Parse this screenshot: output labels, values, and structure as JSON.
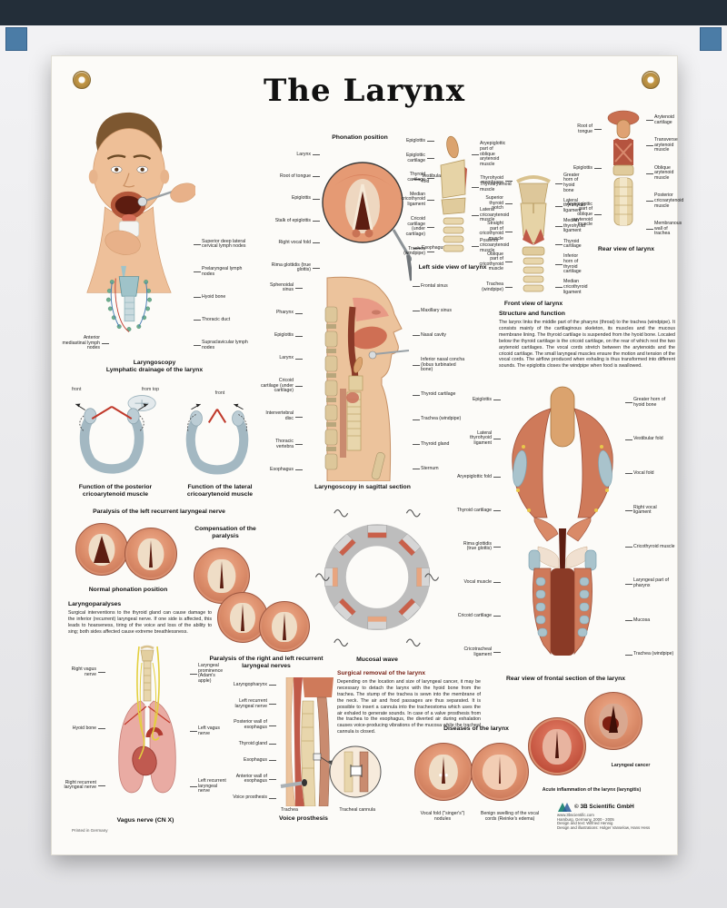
{
  "chrome": {
    "topbar_color": "#232e39",
    "corner_square_color": "#4b7ca6"
  },
  "poster": {
    "title": "The Larynx",
    "printed_note": "Printed in Germany",
    "publisher": {
      "copyright": "© 3B Scientific GmbH",
      "lines": [
        "www.3bscientific.com",
        "Hamburg, Germany, 2000 - 2005",
        "Design and text: Wilfried Hennig",
        "Design and illustrations: Holger Vanselow, Hans Hess"
      ]
    }
  },
  "panels": {
    "laryngoscopy": {
      "title_line1": "Laryngoscopy",
      "title_line2": "Lymphatic drainage of the larynx",
      "right_labels": [
        "Superior deep lateral cervical lymph nodes",
        "Prelaryngeal lymph nodes",
        "Hyoid bone",
        "Thoracic duct",
        "Supraclavicular lymph nodes"
      ],
      "left_label": "Anterior mediastinal lymph nodes"
    },
    "phonation": {
      "heading": "Phonation position",
      "left_labels": [
        "Larynx",
        "Root of tongue",
        "Epiglottis",
        "Stalk of epiglottis",
        "Right vocal fold",
        "Rima glottidis (true glottis)"
      ],
      "right_labels": [
        "Vestibular fold",
        "Esophagus"
      ]
    },
    "left_side_view": {
      "heading": "Left side view of larynx",
      "left_labels": [
        "Epiglottis",
        "Epiglottic cartilage",
        "Thyroid cartilage",
        "Median cricothyroid ligament",
        "Cricoid cartilage (under cartilage)",
        "Trachea (windpipe)"
      ],
      "right_labels": [
        "Aryepiglottic part of oblique arytenoid muscle",
        "Thyroarytenoid muscle",
        "Lateral cricoarytenoid muscle",
        "Posterior cricoarytenoid muscle"
      ]
    },
    "front_view": {
      "heading": "Front view of larynx",
      "left_labels": [
        "Thyrohyoid membrane",
        "Superior thyroid notch",
        "Straight part of cricothyroid muscle",
        "Oblique part of cricothyroid muscle",
        "Trachea (windpipe)"
      ],
      "right_labels": [
        "Greater horn of hyoid bone",
        "Lateral thyrohyoid ligament",
        "Median thyrohyoid ligament",
        "Thyroid cartilage",
        "Inferior horn of thyroid cartilage",
        "Median cricothyroid ligament"
      ]
    },
    "rear_view": {
      "heading": "Rear view of larynx",
      "left_labels": [
        "Root of tongue",
        "Epiglottis",
        "Aryepiglottic part of oblique arytenoid muscle"
      ],
      "right_labels": [
        "Arytenoid cartilage",
        "Transverse arytenoid muscle",
        "Oblique arytenoid muscle",
        "Posterior cricoarytenoid muscle",
        "Membranous wall of trachea"
      ]
    },
    "structure_function": {
      "heading": "Structure and function",
      "body": "The larynx links the middle part of the pharynx (throat) to the trachea (windpipe). It consists mainly of the cartilaginous skeleton, its muscles and the mucous membrane lining. The thyroid cartilage is suspended from the hyoid bone. Located below the thyroid cartilage is the cricoid cartilage, on the rear of which rest the two arytenoid cartilages. The vocal cords stretch between the arytenoids and the cricoid cartilage. The small laryngeal muscles ensure the motion and tension of the vocal cords. The airflow produced when exhaling is thus transformed into different sounds. The epiglottis closes the windpipe when food is swallowed."
    },
    "posterior_crico": {
      "caption_front": "front",
      "caption_top": "from top",
      "heading": "Function of the posterior cricoarytenoid muscle"
    },
    "lateral_crico": {
      "caption_front": "front",
      "heading": "Function of the lateral cricoarytenoid muscle"
    },
    "sagittal": {
      "heading": "Laryngoscopy in sagittal section",
      "left_labels": [
        "Sphenoidal sinus",
        "Pharynx",
        "Epiglottis",
        "Larynx",
        "Cricoid cartilage (under cartilage)",
        "Intervertebral disc",
        "Thoracic vertebra",
        "Esophagus"
      ],
      "right_labels": [
        "Frontal sinus",
        "Maxillary sinus",
        "Nasal cavity",
        "Inferior nasal concha (lobus turbinated bone)",
        "Thyroid cartilage",
        "Trachea (windpipe)",
        "Thyroid gland",
        "Sternum"
      ]
    },
    "frontal_section": {
      "heading": "Rear view of frontal section of the larynx",
      "left_labels": [
        "Epiglottis",
        "Lateral thyrohyoid ligament",
        "Aryepiglottic fold",
        "Thyroid cartilage",
        "Rima glottidis (true glottis)",
        "Vocal muscle",
        "Cricoid cartilage",
        "Cricotracheal ligament"
      ],
      "right_labels": [
        "Greater horn of hyoid bone",
        "Vestibular fold",
        "Vocal fold",
        "Right vocal ligament",
        "Cricothyroid muscle",
        "Laryngeal part of pharynx",
        "Mucosa",
        "Trachea (windpipe)"
      ]
    },
    "paralysis_left": {
      "heading": "Paralysis of the left recurrent laryngeal nerve"
    },
    "compensation": {
      "heading": "Compensation of the paralysis"
    },
    "normal_phonation": {
      "heading": "Normal phonation position"
    },
    "laryngoparalyses": {
      "heading": "Laryngoparalyses",
      "body": "Surgical interventions to the thyroid gland can cause damage to the inferior (recurrent) laryngeal nerve. If one side is affected, this leads to hoarseness, tiring of the voice and loss of the ability to sing; both sides affected cause extreme breathlessness."
    },
    "paralysis_both": {
      "heading": "Paralysis of the right and left recurrent laryngeal nerves"
    },
    "mucosal_wave": {
      "heading": "Mucosal wave"
    },
    "surgical_removal": {
      "heading": "Surgical removal of the larynx",
      "body": "Depending on the location and size of laryngeal cancer, it may be necessary to detach the larynx with the hyoid bone from the trachea. The stump of the trachea is sewn into the membrane of the neck. The air and food passages are thus separated. It is possible to insert a cannula into the tracheostoma which uses the air exhaled to generate sounds. In case of a valve prosthesis from the trachea to the esophagus, the diverted air during exhalation causes voice-producing vibrations of the mucosa while the tracheal cannula is closed."
    },
    "vagus": {
      "heading": "Vagus nerve (CN X)",
      "left_labels": [
        "Right vagus nerve",
        "Hyoid bone",
        "Right recurrent laryngeal nerve"
      ],
      "right_labels": [
        "Laryngeal prominence (Adam's apple)",
        "Left vagus nerve",
        "Left recurrent laryngeal nerve"
      ]
    },
    "voice_prosthesis": {
      "heading": "Voice prosthesis",
      "left_labels": [
        "Laryngopharynx",
        "Left recurrent laryngeal nerve",
        "Posterior wall of esophagus",
        "Thyroid gland",
        "Esophagus",
        "Anterior wall of esophagus",
        "Voice prosthesis"
      ],
      "bottom_labels": [
        "Trachea",
        "Tracheal cannula"
      ]
    },
    "diseases": {
      "heading": "Diseases of the larynx",
      "nodules": "Vocal fold (\"singer's\") nodules",
      "reinke": "Benign swelling of the vocal cords (Reinke's edema)",
      "cancer": "Laryngeal cancer",
      "laryngitis": "Acute inflammation of the larynx (laryngitis)"
    }
  }
}
